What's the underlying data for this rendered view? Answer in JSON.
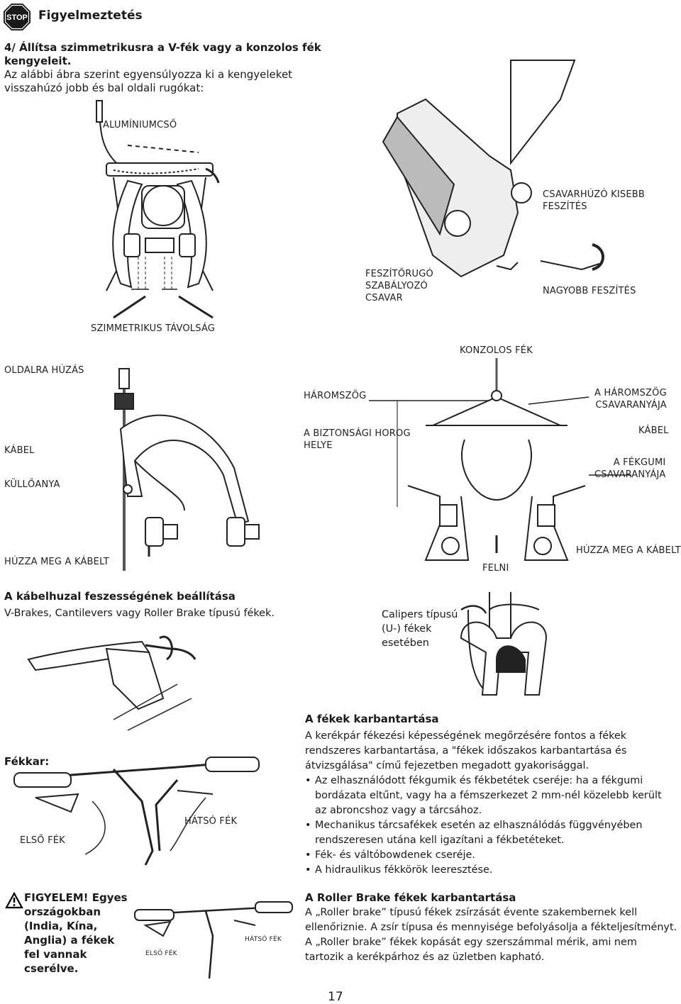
{
  "header": {
    "icon_text": "STOP",
    "title": "Figyelmeztetés"
  },
  "intro": {
    "heading": "4/ Állítsa szimmetrikusra a V-fék vagy a konzolos fék kengyeleit.",
    "line1": "Az alábbi ábra szerint egyensúlyozza ki a kengyeleket",
    "line2": "visszahúzó jobb és bal oldali rugókat:"
  },
  "vbrake_labels": {
    "aluminium_tube": "ALUMÍNIUMCSŐ",
    "symmetric": "SZIMMETRIKUS TÁVOLSÁG",
    "spring_screw": [
      "FESZÍTŐRUGÓ",
      "SZABÁLYOZÓ",
      "CSAVAR"
    ],
    "less_tension": [
      "CSAVARHÚZÓ KISEBB",
      "FESZÍTÉS"
    ],
    "more_tension": "NAGYOBB FESZÍTÉS"
  },
  "caliper_labels": {
    "side_pull": "OLDALRA HÚZÁS",
    "cable": "KÁBEL",
    "spoke_nut": "KÜLLŐANYA",
    "pull_cable_left": "HÚZZA MEG A KÁBELT"
  },
  "canti_labels": {
    "title": "KONZOLOS FÉK",
    "triangle": "HÁROMSZÖG",
    "triangle_ratio": [
      "A HÁROMSZÖG",
      "CSAVARANYÁJA"
    ],
    "safety_hook": [
      "A BIZTONSÁGI HOROG",
      "HELYE"
    ],
    "cable": "KÁBEL",
    "pad_ratio": [
      "A FÉKGUMI",
      "CSAVARANYÁJA"
    ],
    "rim": "FELNI",
    "pull_cable_right": "HÚZZA MEG A KÁBELT"
  },
  "cable_tension": {
    "title": "A kábelhuzal feszességének beállítása",
    "subtitle": "V-Brakes, Cantilevers vagy Roller Brake típusú fékek.",
    "caliper_note": [
      "Calipers típusú",
      "(U-) fékek",
      "esetében"
    ]
  },
  "levers": {
    "title": "Fékkar:",
    "front": "ELSŐ FÉK",
    "rear": "HÁTSÓ FÉK",
    "front_small": "ELSŐ FÉK",
    "rear_small": "HÁTSÓ FÉK"
  },
  "warning": {
    "lead": "FIGYELEM!",
    "text": " Egyes országokban (India, Kína, Anglia) a fékek fel vannak cserélve."
  },
  "maintenance": {
    "title": "A fékek karbantartása",
    "para": "A kerékpár fékezési képességének megőrzésére fontos a fékek rendszeres karbantartása, a \"fékek időszakos karbantartása és átvizsgálása\" című fejezetben megadott gyakorisággal.",
    "bullets": [
      "Az elhasználódott fékgumik és fékbetétek cseréje: ha a fékgumi bordázata eltűnt, vagy ha a fémszerkezet 2 mm-nél közelebb került az abroncshoz vagy a tárcsához.",
      "Mechanikus tárcsafékek esetén az elhasználódás függvényében rendszeresen utána kell igazítani a fékbetéteket.",
      "Fék- és váltóbowdenek cseréje.",
      "A hidraulikus fékkörök leeresztése."
    ]
  },
  "roller": {
    "title": "A Roller Brake fékek karbantartása",
    "para": "A „Roller brake” típusú fékek zsírzását évente szakembernek kell ellenőriznie. A zsír típusa és mennyisége befolyásolja a fékteljesítményt. A „Roller brake” fékek kopását egy szerszámmal mérik, ami nem tartozik a kerékpárhoz és az üzletben kapható."
  },
  "page_number": "17"
}
